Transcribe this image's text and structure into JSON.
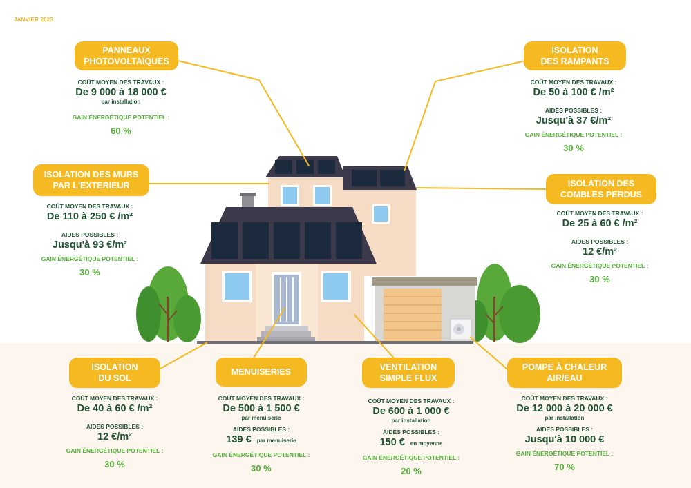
{
  "date": "JANVIER 2023",
  "labels": {
    "cost": "COÛT MOYEN DES TRAVAUX :",
    "aid": "AIDES POSSIBLES :",
    "gain": "GAIN ÉNERGÉTIQUE POTENTIEL :"
  },
  "items": {
    "panneaux": {
      "title1": "PANNEAUX",
      "title2": "PHOTOVOLTAÏQUES",
      "cost": "De 9 000 à 18 000 €",
      "cost_note": "par installation",
      "gain": "60 %"
    },
    "rampants": {
      "title1": "ISOLATION",
      "title2": "DES RAMPANTS",
      "cost": "De 50 à 100 € /m²",
      "aid": "Jusqu'à 37 €/m²",
      "gain": "30 %"
    },
    "murs": {
      "title1": "ISOLATION DES MURS",
      "title2": "PAR L'EXTERIEUR",
      "cost": "De 110 à 250 € /m²",
      "aid": "Jusqu'à 93 €/m²",
      "gain": "30 %"
    },
    "combles": {
      "title1": "ISOLATION DES",
      "title2": "COMBLES PERDUS",
      "cost": "De 25 à 60 € /m²",
      "aid": "12 €/m²",
      "gain": "30 %"
    },
    "sol": {
      "title1": "ISOLATION",
      "title2": "DU SOL",
      "cost": "De 40 à 60 € /m²",
      "aid": "12 €/m²",
      "gain": "30 %"
    },
    "menuiseries": {
      "title1": "MENUISERIES",
      "cost": "De 500 à 1 500 €",
      "cost_note": "par menuiserie",
      "aid": "139 €",
      "aid_note": "par menuiserie",
      "gain": "30 %"
    },
    "ventilation": {
      "title1": "VENTILATION",
      "title2": "SIMPLE FLUX",
      "cost": "De 600 à 1 000 €",
      "cost_note": "par installation",
      "aid": "150 €",
      "aid_note": "en moyenne",
      "gain": "20 %"
    },
    "pompe": {
      "title1": "POMPE À CHALEUR",
      "title2": "AIR/EAU",
      "cost": "De 12 000 à 20 000 €",
      "cost_note": "par installation",
      "aid": "Jusqu'à 10 000 €",
      "gain": "70 %"
    }
  },
  "colors": {
    "accent": "#f5b922",
    "dark_green": "#1e5231",
    "light_green": "#55b03a",
    "ground": "#fdf6ef"
  }
}
